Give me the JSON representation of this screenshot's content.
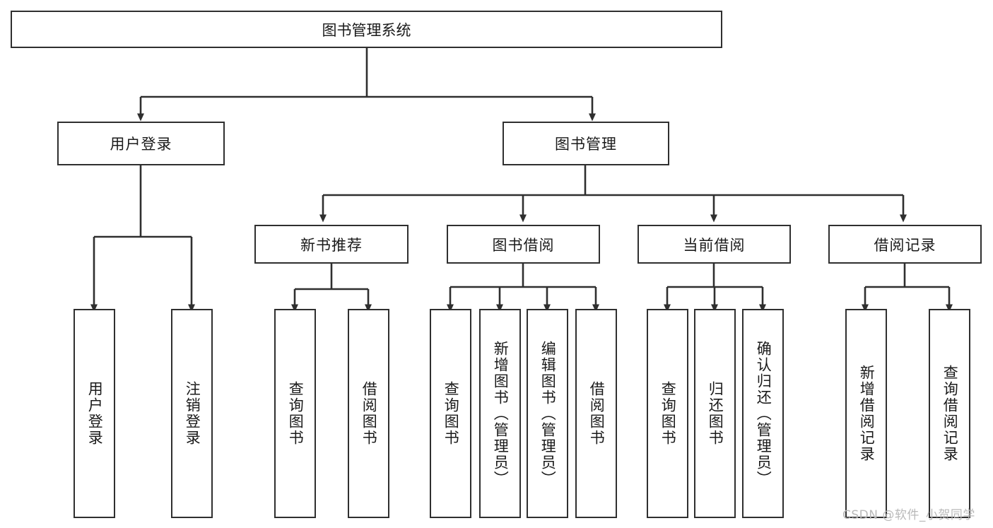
{
  "diagram": {
    "type": "tree-hierarchy",
    "title": "图书管理系统",
    "root": {
      "label": "图书管理系统"
    },
    "level1": [
      {
        "label": "用户登录"
      },
      {
        "label": "图书管理"
      }
    ],
    "level2": [
      {
        "label": "新书推荐",
        "parent": "图书管理"
      },
      {
        "label": "图书借阅",
        "parent": "图书管理"
      },
      {
        "label": "当前借阅",
        "parent": "图书管理"
      },
      {
        "label": "借阅记录",
        "parent": "图书管理"
      }
    ],
    "leaves": {
      "user_login": [
        {
          "label": "用户登录"
        },
        {
          "label": "注销登录"
        }
      ],
      "new_book_recommend": [
        {
          "label": "查询图书"
        },
        {
          "label": "借阅图书"
        }
      ],
      "book_borrow": [
        {
          "label": "查询图书"
        },
        {
          "label": "新增图书（管理员）"
        },
        {
          "label": "编辑图书（管理员）"
        },
        {
          "label": "借阅图书"
        }
      ],
      "current_borrow": [
        {
          "label": "查询图书"
        },
        {
          "label": "归还图书"
        },
        {
          "label": "确认归还（管理员）"
        }
      ],
      "borrow_record": [
        {
          "label": "新增借阅记录"
        },
        {
          "label": "查询借阅记录"
        }
      ]
    },
    "watermark": "CSDN @软件_小贺同学",
    "colors": {
      "stroke": "#2f2f2f",
      "fill": "#ffffff",
      "text": "#1a1a1a",
      "watermark": "#b9b9b9"
    }
  }
}
